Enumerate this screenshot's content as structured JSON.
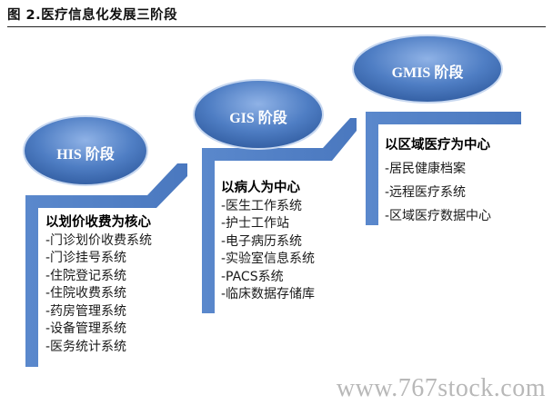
{
  "title": "图 2.医疗信息化发展三阶段",
  "stages": [
    {
      "label": "HIS 阶段",
      "heading": "以划价收费为核心",
      "items": [
        "-门诊划价收费系统",
        "-门诊挂号系统",
        "-住院登记系统",
        "-住院收费系统",
        "-药房管理系统",
        "-设备管理系统",
        "-医务统计系统"
      ]
    },
    {
      "label": "GIS 阶段",
      "heading": "以病人为中心",
      "items": [
        "-医生工作系统",
        "-护士工作站",
        "-电子病历系统",
        "-实验室信息系统",
        "-PACS系统",
        "-临床数据存储库"
      ]
    },
    {
      "label": "GMIS 阶段",
      "heading": "以区域医疗为中心",
      "items": [
        "-居民健康档案",
        "-远程医疗系统",
        "-区域医疗数据中心"
      ]
    }
  ],
  "watermark": "www.767stock.com",
  "colors": {
    "bracket": "#4f7ec4",
    "oval_fill": "#3f6dbb",
    "oval_highlight": "#8fb2e6",
    "oval_border": "#c8d8f0"
  }
}
